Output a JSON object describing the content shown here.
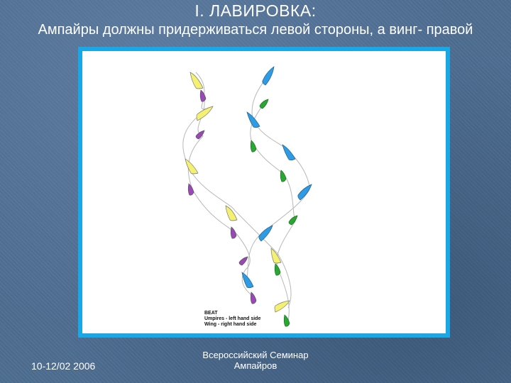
{
  "slide": {
    "title": "I. ЛАВИРОВКА:",
    "subtitle": "Ампайры должны придерживаться левой стороны, а винг- правой"
  },
  "diagram": {
    "legend_title": "BEAT",
    "legend_line1": "Umpires - left hand side",
    "legend_line2": "Wing - right hand side",
    "colors": {
      "yellow_boat": "#f4f070",
      "blue_boat": "#2f9be3",
      "purple_boat": "#9a48b8",
      "green_boat": "#2aa632",
      "track": "#b8b8b8",
      "frame": "#1aa7e6"
    }
  },
  "footer": {
    "date": "10-12/02 2006",
    "center_line1": "Всероссийский Семинар",
    "center_line2": "Ампайров"
  }
}
